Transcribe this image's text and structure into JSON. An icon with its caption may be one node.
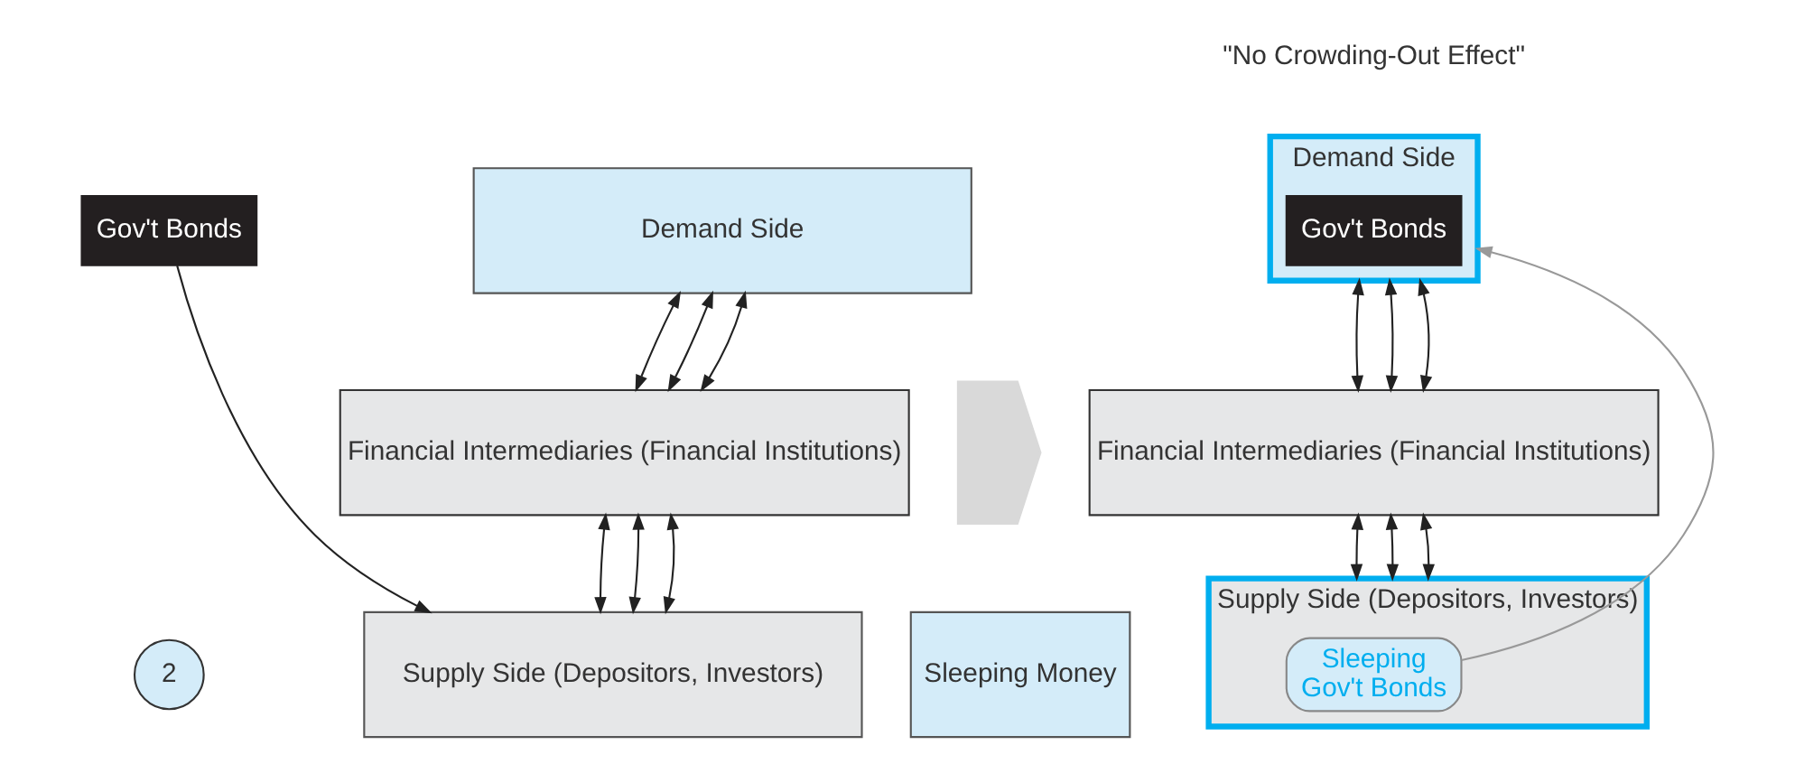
{
  "diagram": {
    "nodes": [
      {
        "text": [
          "Gov't Bonds"
        ]
      },
      {
        "text": [
          "Demand Side"
        ]
      },
      {
        "text": [
          "Financial Intermediaries (Financial Institutions)"
        ]
      },
      {
        "text": [
          "Supply Side (Depositors, Investors)"
        ]
      },
      {
        "text": [
          "Sleeping Money"
        ]
      },
      {
        "text": [
          "2"
        ]
      },
      {
        "text": [],
        "shape": "chevron"
      },
      {
        "text": [
          "Demand Side"
        ]
      },
      {
        "text": [
          "Gov't Bonds"
        ],
        "in": 7
      },
      {
        "text": [
          "Financial Intermediaries (Financial Institutions)"
        ]
      },
      {
        "text": [
          "Supply Side (Depositors, Investors)"
        ]
      },
      {
        "text": [
          "Sleeping",
          "Gov't Bonds"
        ],
        "in": 10
      }
    ],
    "edges": [
      {
        "from": 0,
        "to": 3,
        "arrow": "to"
      },
      {
        "from": 1,
        "to": 2,
        "arrow": "both"
      },
      {
        "from": 1,
        "to": 2,
        "arrow": "both"
      },
      {
        "from": 1,
        "to": 2,
        "arrow": "both"
      },
      {
        "from": 2,
        "to": 3,
        "arrow": "both"
      },
      {
        "from": 2,
        "to": 3,
        "arrow": "both"
      },
      {
        "from": 2,
        "to": 3,
        "arrow": "both"
      },
      {
        "from": 7,
        "to": 9,
        "arrow": "both"
      },
      {
        "from": 7,
        "to": 9,
        "arrow": "both"
      },
      {
        "from": 7,
        "to": 9,
        "arrow": "both"
      },
      {
        "from": 9,
        "to": 10,
        "arrow": "both"
      },
      {
        "from": 9,
        "to": 10,
        "arrow": "both"
      },
      {
        "from": 9,
        "to": 10,
        "arrow": "both"
      },
      {
        "from": 11,
        "to": 7,
        "arrow": "to",
        "color": "#999999"
      }
    ],
    "labels": [
      "\"No Crowding-Out Effect\""
    ]
  }
}
